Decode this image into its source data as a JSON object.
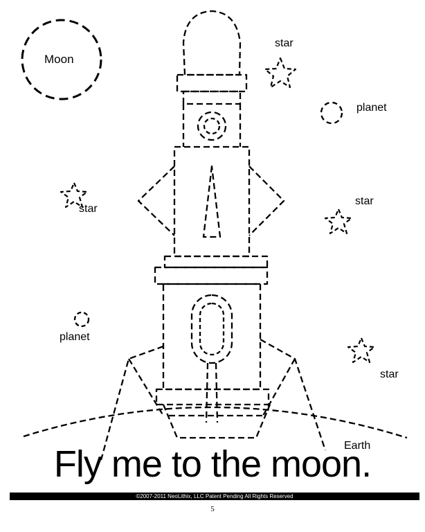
{
  "labels": {
    "moon": "Moon",
    "star_top": "star",
    "planet_top": "planet",
    "star_left": "star",
    "star_right": "star",
    "planet_left": "planet",
    "star_bottom": "star",
    "earth": "Earth"
  },
  "headline": "Fly me to the moon.",
  "footer": {
    "copyright": "©2007-2011  NeoLithix, LLC  Patent Pending  All Rights Reserved",
    "page_number": "5"
  },
  "colors": {
    "ink": "#000000",
    "background": "#ffffff"
  }
}
